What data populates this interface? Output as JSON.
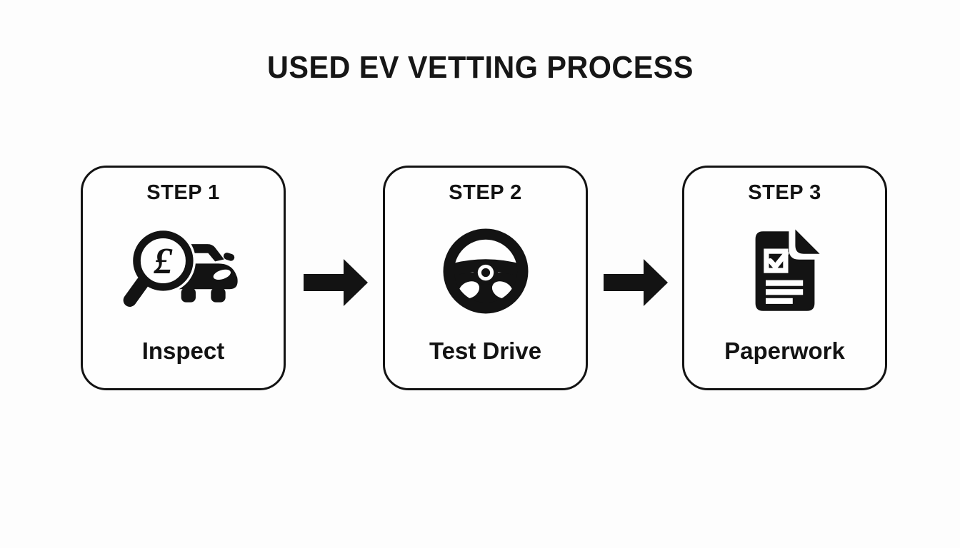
{
  "title": "USED EV VETTING PROCESS",
  "steps": [
    {
      "step_label": "STEP 1",
      "caption": "Inspect",
      "icon": "car-inspection-magnifier-icon"
    },
    {
      "step_label": "STEP 2",
      "caption": "Test Drive",
      "icon": "steering-wheel-icon"
    },
    {
      "step_label": "STEP 3",
      "caption": "Paperwork",
      "icon": "document-checklist-icon"
    }
  ],
  "arrow_icon": "right-arrow-icon",
  "colors": {
    "ink": "#131313",
    "background": "#fdfdfd",
    "card_background": "#fefefe",
    "card_border": "#131313"
  }
}
